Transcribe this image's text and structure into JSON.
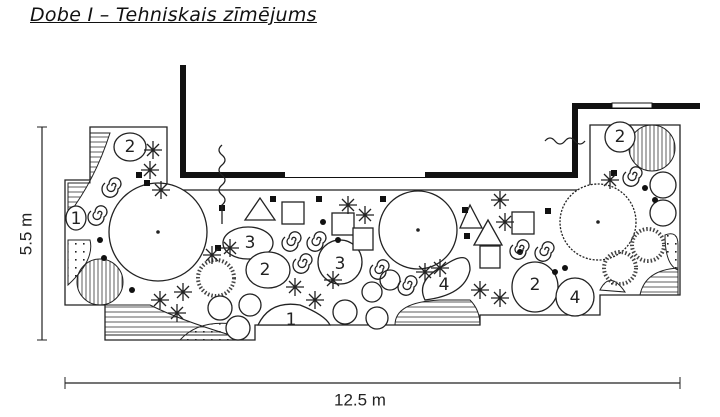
{
  "title": "Dobe I – Tehniskais zīmējums",
  "dimensions": {
    "height": "5.5 m",
    "width": "12.5 m"
  },
  "plant_labels": [
    "2",
    "1",
    "3",
    "2",
    "3",
    "4",
    "1",
    "2",
    "4",
    "2"
  ]
}
